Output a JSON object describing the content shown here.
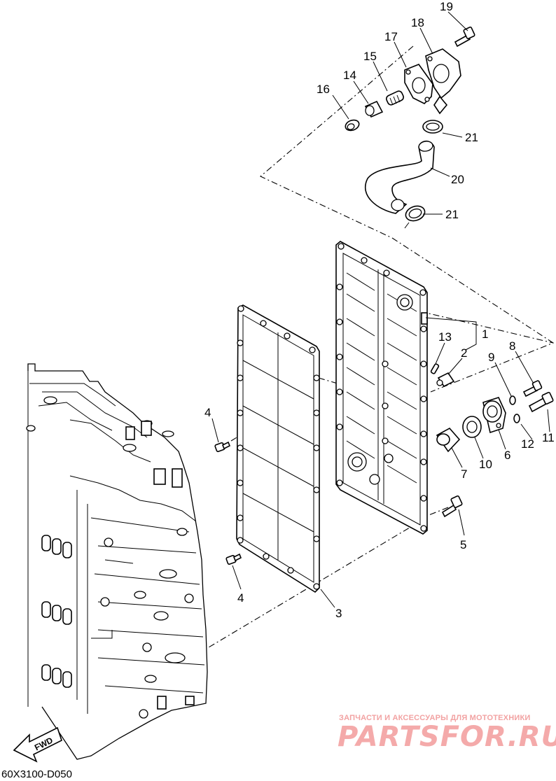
{
  "diagram_code": "60X3100-D050",
  "fwd_label": "FWD",
  "watermark": {
    "tagline": "ЗАПЧАСТИ И АКСЕССУАРЫ ДЛЯ МОТОТЕХНИКИ",
    "brand": "PARTSFOR.RU"
  },
  "callouts": {
    "c1": "1",
    "c2": "2",
    "c3": "3",
    "c4a": "4",
    "c4b": "4",
    "c5": "5",
    "c6": "6",
    "c7": "7",
    "c8": "8",
    "c9": "9",
    "c10": "10",
    "c11": "11",
    "c12": "12",
    "c13": "13",
    "c14": "14",
    "c15": "15",
    "c16": "16",
    "c17": "17",
    "c18": "18",
    "c19": "19",
    "c20": "20",
    "c21a": "21",
    "c21b": "21"
  },
  "icons": {
    "fwd": "fwd-arrow-icon"
  }
}
